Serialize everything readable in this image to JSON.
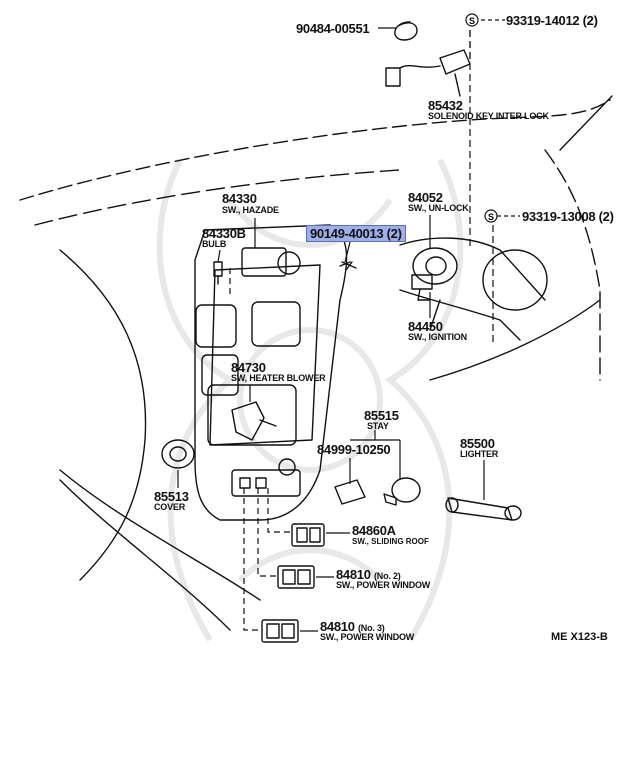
{
  "parts": {
    "p90484": {
      "number": "90484-00551"
    },
    "p93319a": {
      "number": "93319-14012 (2)"
    },
    "p85432": {
      "number": "85432",
      "name": "SOLENOID KEY INTER LOCK"
    },
    "p84330": {
      "number": "84330",
      "name": "SW., HAZADE"
    },
    "p84330b": {
      "number": "84330B",
      "name": "BULB"
    },
    "p90149": {
      "number": "90149-40013 (2)"
    },
    "p84052": {
      "number": "84052",
      "name": "SW., UN-LOCK"
    },
    "p93319b": {
      "number": "93319-13008 (2)"
    },
    "p84450": {
      "number": "84450",
      "name": "SW., IGNITION"
    },
    "p84730": {
      "number": "84730",
      "name": "SW, HEATER BLOWER"
    },
    "p85515": {
      "number": "85515",
      "name": "STAY"
    },
    "p84999": {
      "number": "84999-10250"
    },
    "p85500": {
      "number": "85500",
      "name": "LIGHTER"
    },
    "p85513": {
      "number": "85513",
      "name": "COVER"
    },
    "p84860a": {
      "number": "84860A",
      "name": "SW., SLIDING ROOF"
    },
    "p84810a": {
      "number": "84810",
      "qualifier": "(No. 2)",
      "name": "SW., POWER WINDOW"
    },
    "p84810b": {
      "number": "84810",
      "qualifier": "(No. 3)",
      "name": "SW., POWER WINDOW"
    }
  },
  "symbols": {
    "s1": "S",
    "s2": "S"
  },
  "diagram_code": "ME X123-B",
  "colors": {
    "line": "#111111",
    "highlight": "#9fb0e8",
    "watermark": "#e6e6e6"
  }
}
